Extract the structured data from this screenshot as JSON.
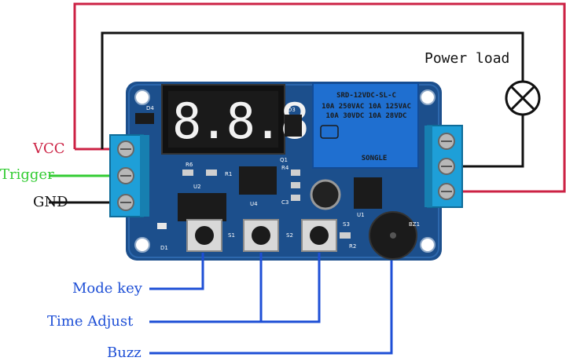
{
  "labels": {
    "vcc": "VCC",
    "trigger": "Trigger",
    "gnd": "GND",
    "power_load": "Power load",
    "mode_key": "Mode key",
    "time_adjust": "Time Adjust",
    "buzz": "Buzz"
  },
  "relay": {
    "line1": "SRD-12VDC-SL-C",
    "line2": "10A 250VAC  10A 125VAC",
    "line3": "10A 30VDC  10A 28VDC",
    "brand": "SONGLE"
  },
  "silkscreen": {
    "s1": "S1",
    "s2": "S2",
    "s3": "S3",
    "u1": "U1",
    "u2": "U2",
    "u4": "U4",
    "d1": "D1",
    "d3": "D3",
    "d4": "D4",
    "r1": "R1",
    "r2": "R2",
    "r4": "R4",
    "r6": "R6",
    "q1": "Q1",
    "c3": "C3",
    "bz1": "BZ1"
  },
  "colors": {
    "vcc_wire": "#cc2244",
    "trigger_wire": "#33cc33",
    "gnd_wire": "#111111",
    "callout": "#1e4fd6",
    "pcb": "#1c4f8c",
    "terminal": "#1e9fd8",
    "relay": "#1f6fd0"
  }
}
